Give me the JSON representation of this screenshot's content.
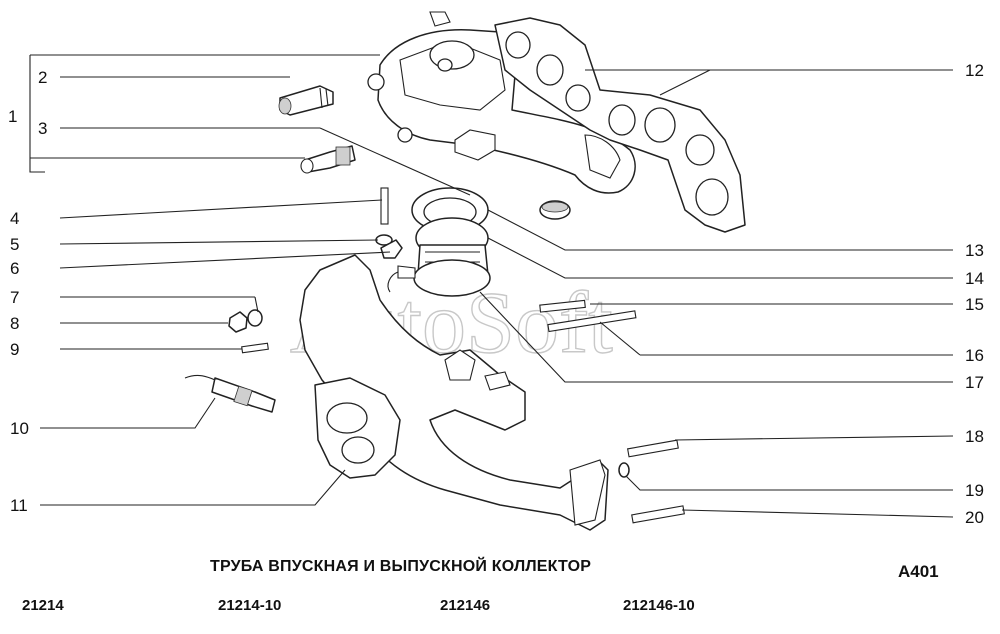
{
  "diagram": {
    "watermark": "AutoSoft",
    "title": "ТРУБА ВПУСКНАЯ И ВЫПУСКНОЙ КОЛЛЕКТОР",
    "code": "A401",
    "models": [
      "21214",
      "21214-10",
      "212146",
      "212146-10"
    ],
    "callouts": [
      "1",
      "2",
      "3",
      "4",
      "5",
      "6",
      "7",
      "8",
      "9",
      "10",
      "11",
      "12",
      "13",
      "14",
      "15",
      "16",
      "17",
      "18",
      "19",
      "20"
    ]
  }
}
